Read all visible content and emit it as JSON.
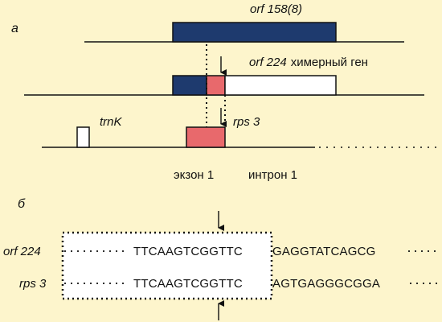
{
  "panel_a": {
    "letter": "а",
    "orf158_label": "orf 158(8)",
    "orf224_name": "orf 224",
    "orf224_suffix": "химерный ген",
    "trnK_label": "trnK",
    "rps3_label": "rps 3",
    "exon_label": "экзон 1",
    "intron_label": "интрон 1"
  },
  "panel_b": {
    "letter": "б",
    "row1_label": "orf 224",
    "row1_seq_left": "TTCAAGTCGGTTC",
    "row1_seq_right": "GAGGTATCAGCG",
    "row2_label": "rps 3",
    "row2_seq_left": "TTCAAGTCGGTTC",
    "row2_seq_right": "AGTGAGGGCGGA"
  },
  "colors": {
    "background": "#fdf5cc",
    "navy": "#1e3a6e",
    "salmon": "#e8696c",
    "white": "#ffffff",
    "line": "#111111"
  }
}
